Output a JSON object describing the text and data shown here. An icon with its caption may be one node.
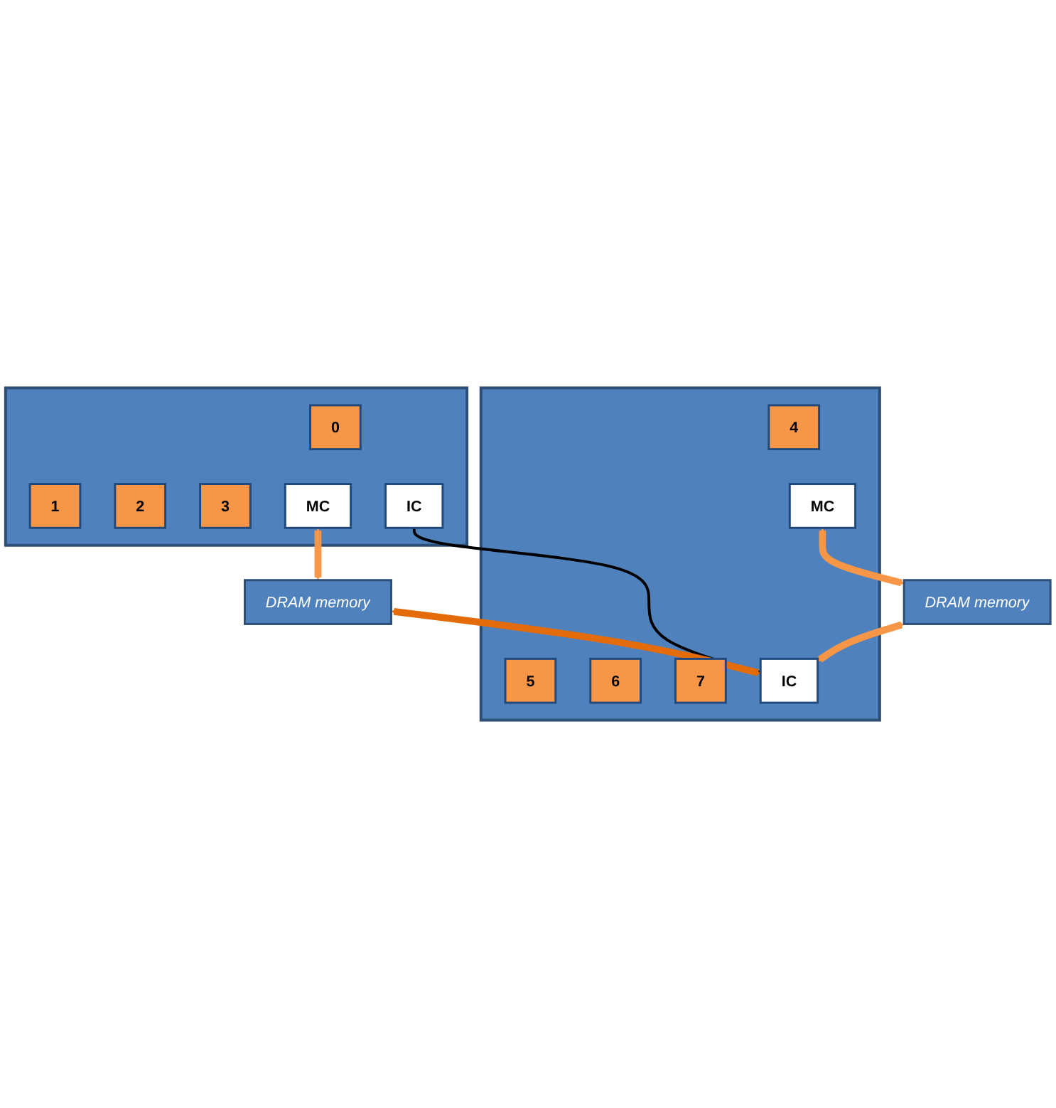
{
  "diagram": {
    "nodes": [
      {
        "text": [],
        "shape": "box"
      },
      {
        "text": [
          "0"
        ],
        "in": 0
      },
      {
        "text": [
          "1"
        ],
        "in": 0
      },
      {
        "text": [
          "2"
        ],
        "in": 0
      },
      {
        "text": [
          "3"
        ],
        "in": 0
      },
      {
        "text": [
          "MC"
        ],
        "in": 0
      },
      {
        "text": [
          "IC"
        ],
        "in": 0
      },
      {
        "text": [],
        "shape": "box"
      },
      {
        "text": [
          "4"
        ],
        "in": 7
      },
      {
        "text": [
          "5"
        ],
        "in": 7
      },
      {
        "text": [
          "6"
        ],
        "in": 7
      },
      {
        "text": [
          "7"
        ],
        "in": 7
      },
      {
        "text": [
          "IC"
        ],
        "in": 7
      },
      {
        "text": [
          "MC"
        ],
        "in": 7
      },
      {
        "text": [
          "DRAM memory"
        ]
      },
      {
        "text": [
          "DRAM memory"
        ]
      }
    ],
    "edges": [
      {
        "from": 6,
        "to": 12,
        "arrow": "none",
        "color": "#000000"
      },
      {
        "from": 5,
        "to": 14,
        "arrow": "both"
      },
      {
        "from": 14,
        "to": 12,
        "arrow": "both",
        "color": "#e36c09"
      },
      {
        "from": 15,
        "to": 12,
        "arrow": "both"
      },
      {
        "from": 13,
        "to": 15,
        "arrow": "both"
      }
    ]
  }
}
